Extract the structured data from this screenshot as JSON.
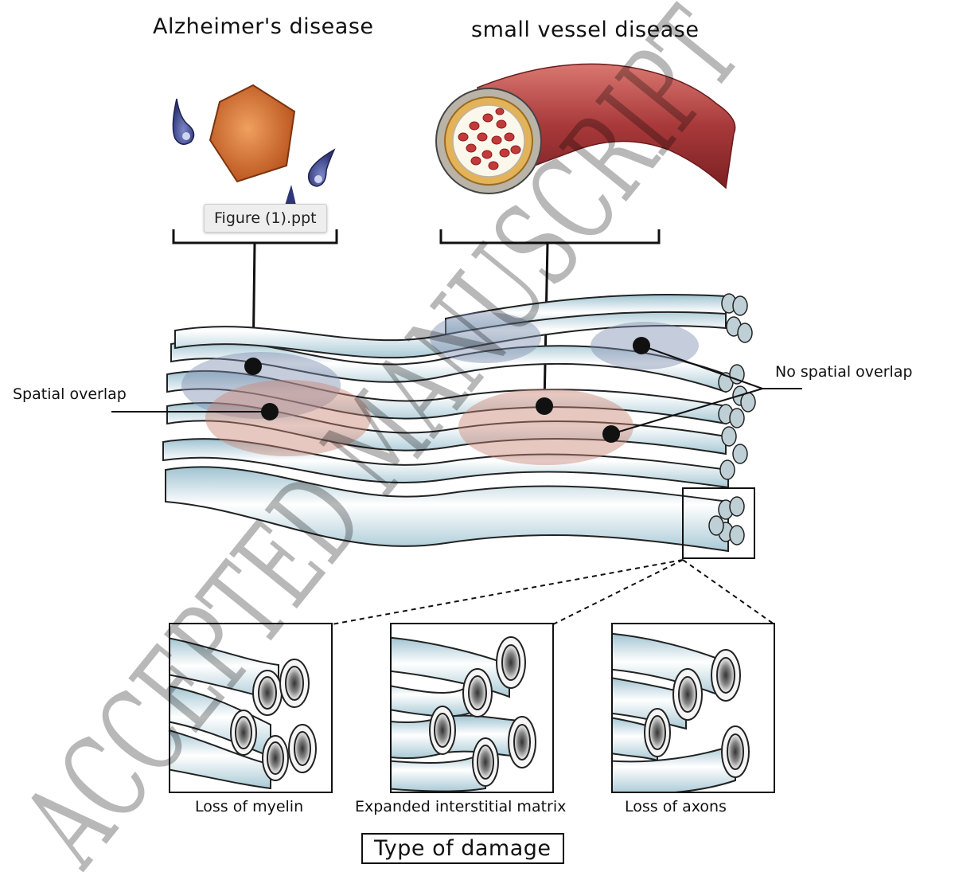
{
  "titles": {
    "alzheimers": "Alzheimer's disease",
    "small_vessel": "small vessel disease"
  },
  "tooltip": "Figure (1).ppt",
  "labels": {
    "spatial_overlap": "Spatial overlap",
    "no_spatial_overlap": "No spatial overlap"
  },
  "panels": [
    {
      "caption": "Loss of myelin"
    },
    {
      "caption": "Expanded interstitial matrix"
    },
    {
      "caption": "Loss of axons"
    }
  ],
  "footer": "Type of damage",
  "watermark": "ACCEPTED MANUSCRIPT",
  "colors": {
    "fiber": "#d7e8ef",
    "alz_blob": "#7f8eb0",
    "svd_blob": "#c98576",
    "plaque": "#d8702f",
    "vessel": "#a8393a"
  }
}
